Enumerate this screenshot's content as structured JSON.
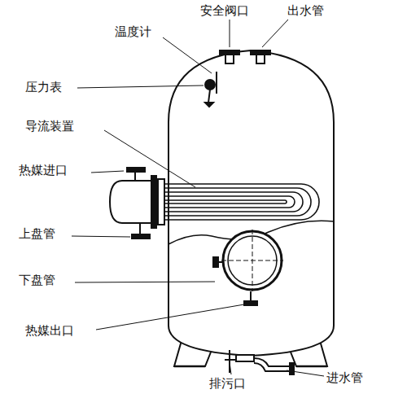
{
  "diagram": {
    "labels": [
      "温度计",
      "安全阀口",
      "出水管",
      "压力表",
      "导流装置",
      "热媒进口",
      "上盘管",
      "下盘管",
      "热媒出口",
      "排污口",
      "进水管"
    ]
  }
}
